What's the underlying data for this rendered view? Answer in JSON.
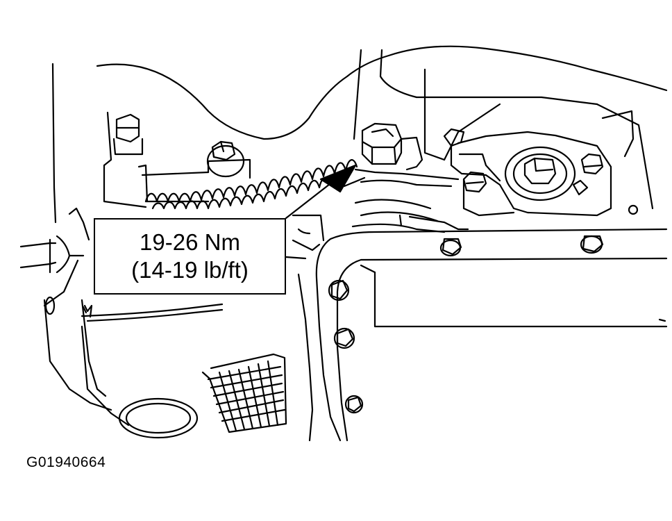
{
  "callout": {
    "line1": "19-26 Nm",
    "line2": "(14-19 lb/ft)"
  },
  "figure_id": "G01940664",
  "colors": {
    "ink": "#000000",
    "paper": "#ffffff"
  }
}
